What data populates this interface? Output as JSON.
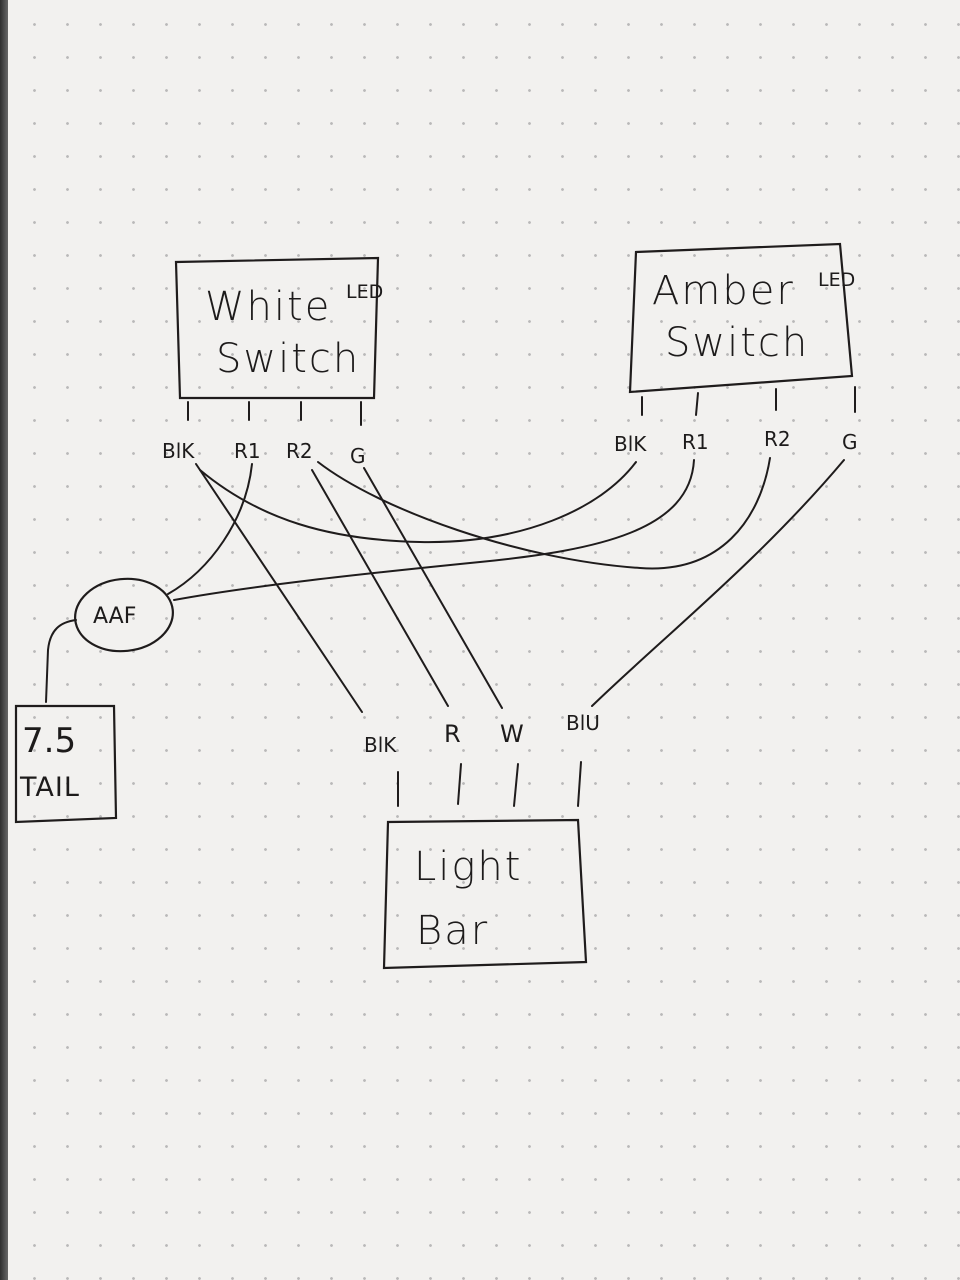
{
  "white_switch": {
    "name_line1": "White",
    "name_line2": "Switch",
    "led_label": "LED",
    "pins": [
      "BlK",
      "R1",
      "R2",
      "G"
    ]
  },
  "amber_switch": {
    "name_line1": "Amber",
    "name_line2": "Switch",
    "led_label": "LED",
    "pins": [
      "BlK",
      "R1",
      "R2",
      "G"
    ]
  },
  "aaf": {
    "label": "AAF"
  },
  "tail": {
    "line1": "7.5",
    "line2": "TAIL"
  },
  "light_bar": {
    "name_line1": "Light",
    "name_line2": "Bar",
    "pins": [
      "BlK",
      "R",
      "W",
      "BlU"
    ]
  },
  "colors": {
    "ink": "#1f1c1c",
    "paper": "#f2f1ef",
    "dots": "#b9b9b9"
  }
}
